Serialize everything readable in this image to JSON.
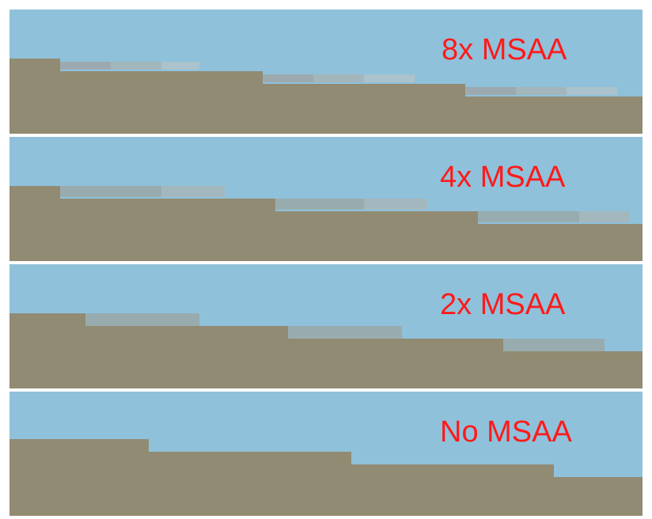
{
  "panels": [
    {
      "label": "8x MSAA",
      "samples": 8
    },
    {
      "label": "4x MSAA",
      "samples": 4
    },
    {
      "label": "2x MSAA",
      "samples": 2
    },
    {
      "label": "No MSAA",
      "samples": 1
    }
  ],
  "colors": {
    "sky": "#8fc1db",
    "ground": "#918b73",
    "edge_blend": "#98acaf",
    "separator": "#ffffff"
  }
}
